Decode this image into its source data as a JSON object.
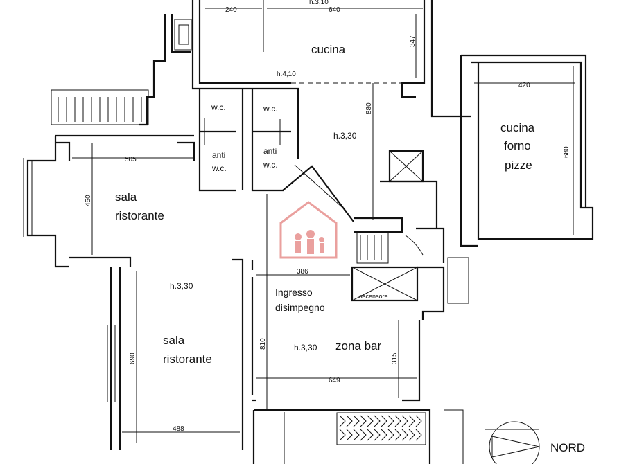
{
  "rooms": {
    "cucina": "cucina",
    "wc1": "w.c.",
    "wc2": "w.c.",
    "anti1_a": "anti",
    "anti1_b": "w.c.",
    "anti2_a": "anti",
    "anti2_b": "w.c.",
    "cucina_forno_1": "cucina",
    "cucina_forno_2": "forno",
    "cucina_forno_3": "pizze",
    "sala1_a": "sala",
    "sala1_b": "ristorante",
    "sala2_a": "sala",
    "sala2_b": "ristorante",
    "ingresso_a": "Ingresso",
    "ingresso_b": "disimpegno",
    "zona_bar": "zona bar",
    "ascensore": "ascensore",
    "nord": "NORD"
  },
  "heights": {
    "top": "h.3,10",
    "kitchen_boundary": "h.4,10",
    "center": "h.3,30",
    "sala": "h.3,30",
    "bar": "h.3,30"
  },
  "dimensions": {
    "d240": "240",
    "d640": "640",
    "d347": "347",
    "d880": "880",
    "d420": "420",
    "d680": "680",
    "d505": "505",
    "d450": "450",
    "d386": "386",
    "d690": "690",
    "d810": "810",
    "d315": "315",
    "d649": "649",
    "d488": "488"
  },
  "colors": {
    "wall": "#111111",
    "watermark": "#e8a0a0"
  }
}
